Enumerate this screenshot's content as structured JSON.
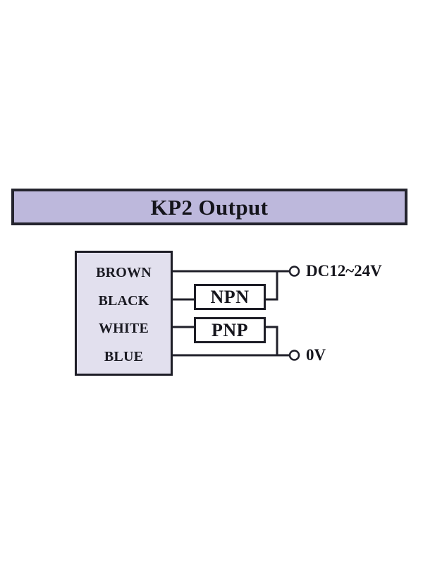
{
  "diagram": {
    "title": "KP2 Output",
    "type": "sensor-output-wiring-diagram",
    "colors": {
      "title_bar_fill": "#BDB8DC",
      "connector_block_fill": "#E2E0EE",
      "line": "#20202A",
      "box_fill": "#FFFFFF",
      "page_background": "#FFFFFF"
    }
  },
  "connector": {
    "name": "cable-wire-block",
    "wires": [
      {
        "label": "BROWN",
        "row": 0
      },
      {
        "label": "BLACK",
        "row": 1
      },
      {
        "label": "WHITE",
        "row": 2
      },
      {
        "label": "BLUE",
        "row": 3
      }
    ]
  },
  "output_stages": [
    {
      "id": "npn",
      "label": "NPN"
    },
    {
      "id": "pnp",
      "label": "PNP"
    }
  ],
  "supply_terminals": [
    {
      "id": "vcc",
      "label": "DC12~24V"
    },
    {
      "id": "gnd",
      "label": "0V"
    }
  ],
  "connections": [
    {
      "from": "BROWN",
      "to": "DC12~24V",
      "via": null
    },
    {
      "from": "BLACK",
      "to": "DC12~24V",
      "via": "NPN"
    },
    {
      "from": "WHITE",
      "to": "0V",
      "via": "PNP"
    },
    {
      "from": "BLUE",
      "to": "0V",
      "via": null
    }
  ]
}
